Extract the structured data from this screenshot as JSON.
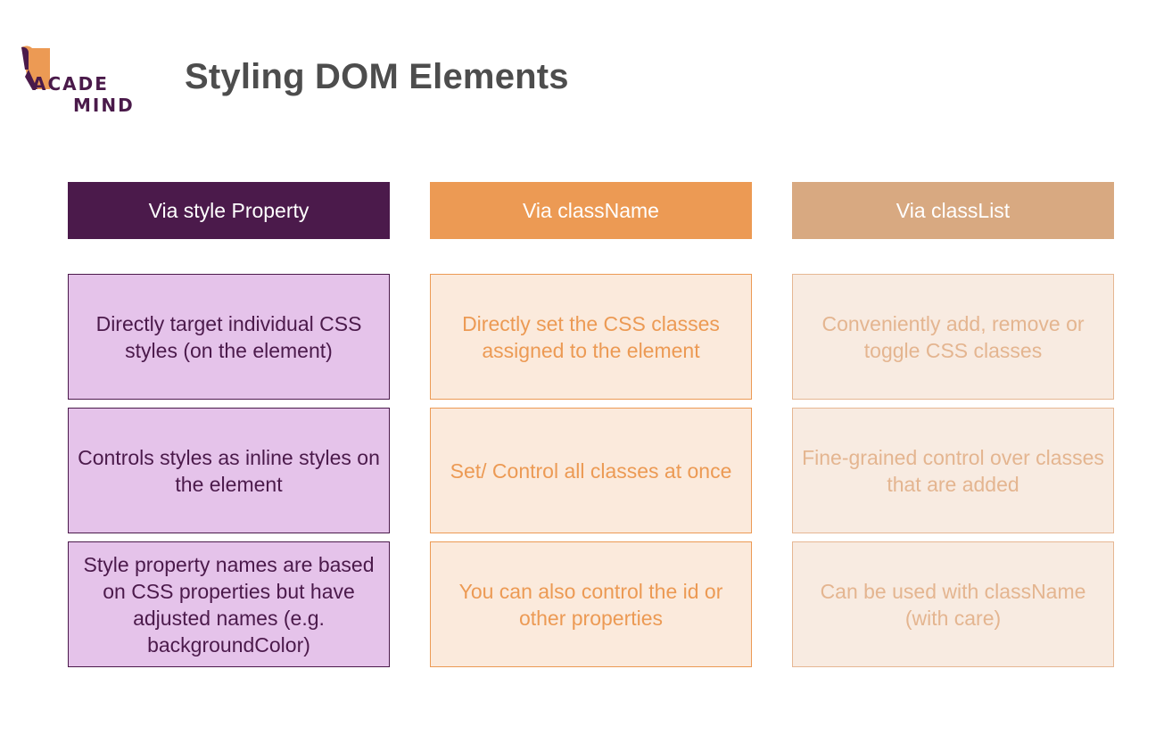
{
  "logo": {
    "line1": "ACADE",
    "line2": "MIND",
    "colors": {
      "flag": "#ec9a54",
      "text": "#4a1a4a"
    }
  },
  "title": "Styling DOM Elements",
  "columns": [
    {
      "header": "Via style Property",
      "color": "#4b1a4b",
      "cells": [
        "Directly target individual CSS styles (on the element)",
        "Controls styles as inline styles on the element",
        "Style property names are based on CSS properties but have adjusted names (e.g. backgroundColor)"
      ]
    },
    {
      "header": "Via className",
      "color": "#ec9a54",
      "cells": [
        "Directly set the CSS classes assigned to the element",
        "Set/ Control all classes at once",
        "You can also control the id or other properties"
      ]
    },
    {
      "header": "Via classList",
      "color": "#d8a981",
      "cells": [
        "Conveniently add, remove or toggle CSS classes",
        "Fine-grained control over classes that are added",
        "Can be used with className (with care)"
      ]
    }
  ]
}
